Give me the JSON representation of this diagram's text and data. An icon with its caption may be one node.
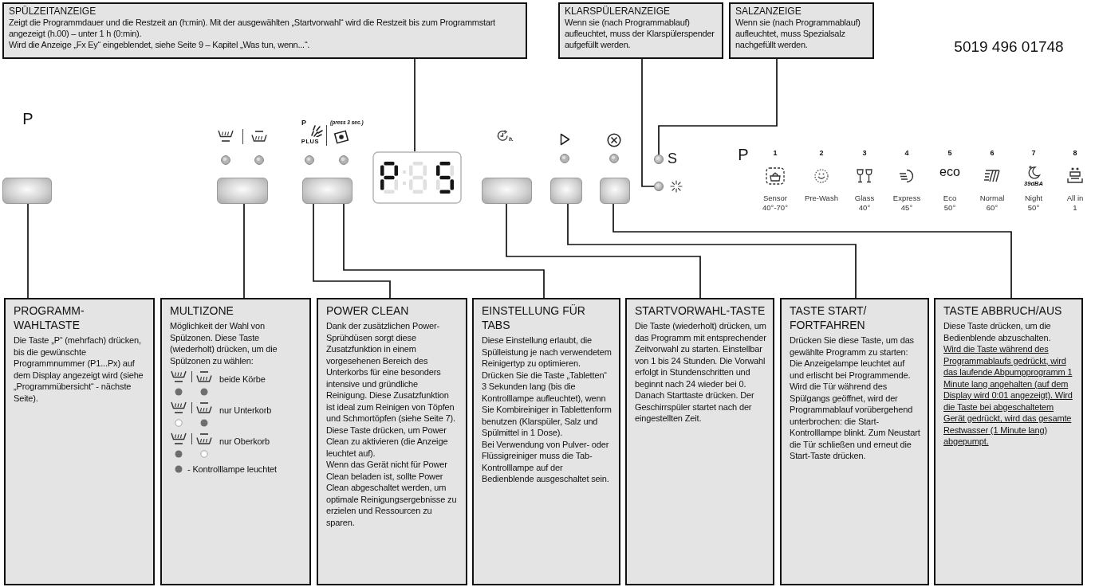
{
  "diagram": {
    "nodes": [
      {
        "text": [
          "SPÜLZEITANZEIGE",
          "Zeigt die Programmdauer und die Restzeit an (h:min). Mit der ausgewählten „Startvorwahl“ wird die Restzeit bis zum Programmstart angezeigt (h.00) – unter 1 h (0:min).",
          "Wird die Anzeige „Fx Ey“ eingeblendet, siehe Seite 9 – Kapitel „Was tun, wenn...“."
        ]
      },
      {
        "text": [
          "KLARSPÜLERANZEIGE",
          "Wenn sie (nach Programmablauf) aufleuchtet, muss der Klarspülerspender aufgefüllt werden."
        ]
      },
      {
        "text": [
          "SALZANZEIGE",
          "Wenn sie (nach Programmablauf) aufleuchtet, muss Spezialsalz nachgefüllt werden."
        ]
      },
      {
        "text": [],
        "shape": "box"
      },
      {
        "text": [],
        "shape": "box"
      },
      {
        "text": [],
        "shape": "box"
      },
      {
        "text": [],
        "shape": "picture"
      },
      {
        "text": [],
        "shape": "box"
      },
      {
        "text": [],
        "shape": "box"
      },
      {
        "text": [],
        "shape": "box"
      },
      {
        "text": [],
        "shape": "circle"
      },
      {
        "text": [],
        "shape": "circle"
      },
      {
        "text": [
          "PROGRAMM- WAHLTASTE",
          "Die Taste „P“ (mehrfach) drücken, bis die gewünschte Programmnummer (P1...Px) auf dem Display angezeigt wird (siehe „Programmübersicht“ - nächste Seite)."
        ]
      },
      {
        "text": [
          "MULTIZONE",
          "Möglichkeit der Wahl von Spülzonen. Diese Taste (wiederholt) drücken, um die Spülzonen zu wählen:",
          "beide Körbe",
          "nur Unterkorb",
          "nur Oberkorb",
          "- Kontrolllampe leuchtet"
        ]
      },
      {
        "text": [
          "POWER CLEAN",
          "Dank der zusätzlichen Power-Sprühdüsen sorgt diese Zusatzfunktion in einem vorgesehenen Bereich des Unterkorbs für eine besonders intensive und gründliche Reinigung. Diese Zusatzfunktion ist ideal zum Reinigen von Töpfen und Schmortöpfen (siehe Seite 7). Diese Taste drücken, um Power Clean zu aktivieren (die Anzeige leuchtet auf).",
          "Wenn das Gerät nicht für Power Clean beladen ist, sollte Power Clean abgeschaltet werden, um optimale Reinigungsergebnisse zu erzielen und Ressourcen zu sparen."
        ]
      },
      {
        "text": [
          "EINSTELLUNG FÜR TABS",
          "Diese Einstellung erlaubt, die Spülleistung je nach verwendetem Reinigertyp zu optimieren. Drücken Sie die Taste „Tabletten“ 3 Sekunden lang (bis die Kontrolllampe aufleuchtet), wenn Sie Kombireiniger in Tablettenform benutzen (Klarspüler, Salz und Spülmittel in 1 Dose).",
          "Bei Verwendung von Pulver- oder Flüssigreiniger muss die Tab-Kontrolllampe auf der Bedienblende ausgeschaltet sein."
        ]
      },
      {
        "text": [
          "STARTVORWAHL-TASTE",
          "Die Taste (wiederholt) drücken, um das Programm mit entsprechender Zeitvorwahl zu starten. Einstellbar von 1 bis 24 Stunden. Die Vorwahl erfolgt in Stundenschritten und beginnt nach 24 wieder bei 0. Danach Starttaste drücken. Der Geschirrspüler startet nach der eingestellten Zeit."
        ]
      },
      {
        "text": [
          "TASTE START/ FORTFAHREN",
          "Drücken Sie diese Taste, um das gewählte Programm zu starten: Die Anzeigelampe leuchtet auf und erlischt bei Programmende.",
          "Wird die Tür während des Spülgangs geöffnet, wird der Programmablauf vorübergehend unterbrochen: die Start-Kontrolllampe blinkt. Zum Neustart die Tür schließen und erneut die Start-Taste drücken."
        ]
      },
      {
        "text": [
          "TASTE ABBRUCH/AUS",
          "Diese Taste drücken, um die Bedienblende abzuschalten.",
          "Wird die Taste während des Programmablaufs gedrückt, wird das laufende Abpumpprogramm 1 Minute lang angehalten (auf dem Display wird 0:01 angezeigt). Wird die Taste bei abgeschaltetem Gerät gedrückt, wird das gesamte Restwasser (1 Minute lang) abgepumpt."
        ]
      }
    ],
    "edges": [
      {
        "from": 0,
        "to": 6,
        "arrow": "none"
      },
      {
        "from": 1,
        "to": 11,
        "arrow": "none"
      },
      {
        "from": 2,
        "to": 10,
        "arrow": "none"
      },
      {
        "from": 12,
        "to": 3,
        "arrow": "none"
      },
      {
        "from": 13,
        "to": 4,
        "arrow": "none"
      },
      {
        "from": 14,
        "to": 5,
        "arrow": "none"
      },
      {
        "from": 15,
        "to": 5,
        "arrow": "none"
      },
      {
        "from": 16,
        "to": 7,
        "arrow": "none"
      },
      {
        "from": 17,
        "to": 8,
        "arrow": "none"
      },
      {
        "from": 18,
        "to": 9,
        "arrow": "none"
      }
    ],
    "labels": [
      "5019 496 01748",
      "P",
      "P",
      "(press 3 sec.)",
      "PLUS",
      "h.",
      "S",
      "P",
      "1",
      "2",
      "3",
      "4",
      "5",
      "6",
      "7",
      "8",
      "eco",
      "39dBA",
      "Sensor 40°-70°",
      "Pre-Wash",
      "Glass 40°",
      "Express 45°",
      "Eco 50°",
      "Normal 60°",
      "Night 50°",
      "All in 1"
    ]
  }
}
